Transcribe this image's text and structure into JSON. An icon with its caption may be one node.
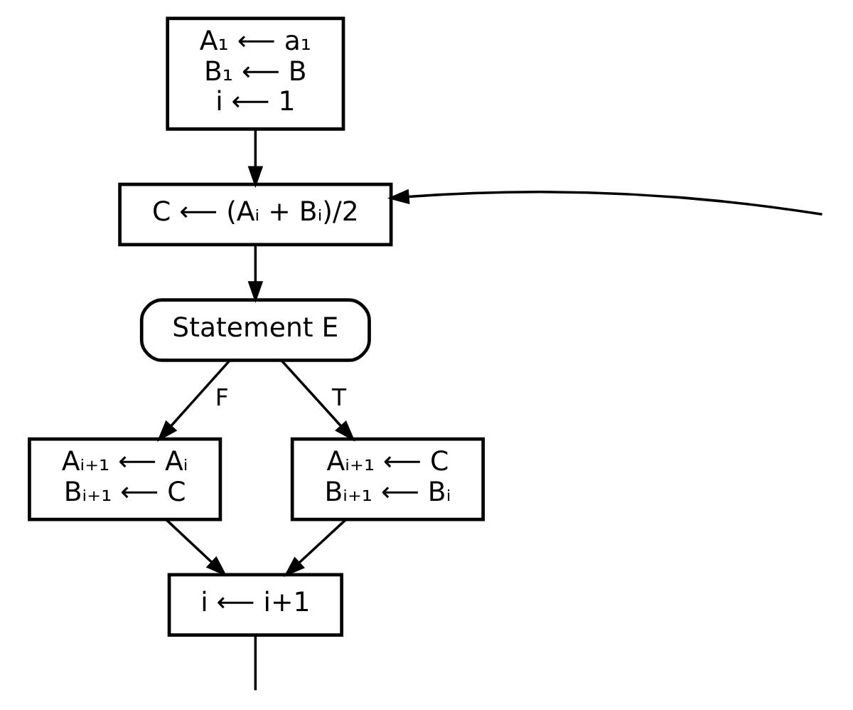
{
  "diagram": {
    "nodes": [
      {
        "text": [
          "A₁ ⟵ a₁",
          "B₁ ⟵ B",
          "i ⟵ 1"
        ]
      },
      {
        "text": [
          "C ⟵ (Aᵢ + Bᵢ)/2"
        ]
      },
      {
        "text": [
          "Statement E"
        ]
      },
      {
        "text": [
          "Aᵢ₊₁ ⟵ Aᵢ",
          "Bᵢ₊₁ ⟵ C"
        ]
      },
      {
        "text": [
          "Aᵢ₊₁ ⟵ C",
          "Bᵢ₊₁ ⟵ Bᵢ"
        ]
      },
      {
        "text": [
          "i ⟵ i+1"
        ]
      }
    ],
    "edges": [
      {
        "from": 0,
        "to": 1,
        "arrow": "to"
      },
      {
        "from": null,
        "to": 1,
        "arrow": "to"
      },
      {
        "from": 1,
        "to": 2,
        "arrow": "to"
      },
      {
        "from": 2,
        "to": 3,
        "label": "F",
        "arrow": "to"
      },
      {
        "from": 2,
        "to": 4,
        "label": "T",
        "arrow": "to"
      },
      {
        "from": 3,
        "to": 5,
        "arrow": "to"
      },
      {
        "from": 4,
        "to": 5,
        "arrow": "to"
      },
      {
        "from": 5,
        "to": null,
        "arrow": "none"
      }
    ]
  }
}
